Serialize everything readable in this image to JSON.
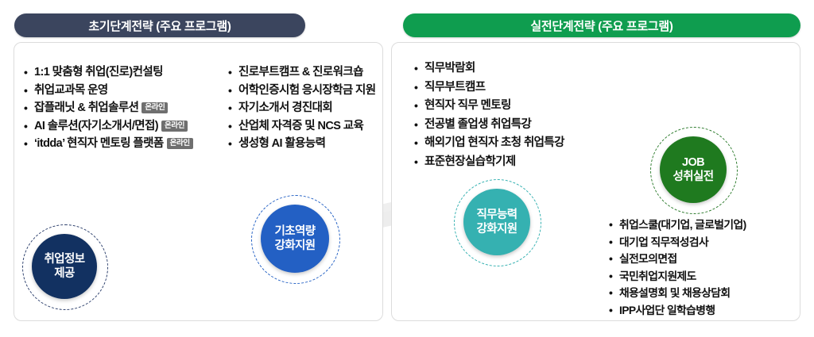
{
  "headers": {
    "left": {
      "label": "초기단계전략 (주요 프로그램)",
      "color": "#3b455e"
    },
    "right": {
      "label": "실전단계전략 (주요 프로그램)",
      "color": "#0f9d4f"
    }
  },
  "badge_label": "온라인",
  "early_stage": {
    "column_a": [
      {
        "text": "1:1 맞춤형 취업(진로)컨설팅",
        "badge": null
      },
      {
        "text": "취업교과목 운영",
        "badge": null
      },
      {
        "text": "잡플래닛 & 취업솔루션",
        "badge": "온라인"
      },
      {
        "text": "AI 솔루션(자기소개서/면접)",
        "badge": "온라인"
      },
      {
        "text": "‘itdda’ 현직자 멘토링 플랫폼",
        "badge": "온라인"
      }
    ],
    "column_b": [
      {
        "text": "진로부트캠프 & 진로워크숍",
        "badge": null
      },
      {
        "text": "어학인증시험 응시장학금 지원",
        "badge": null
      },
      {
        "text": "자기소개서 경진대회",
        "badge": null
      },
      {
        "text": "산업체 자격증 및 NCS 교육",
        "badge": null
      },
      {
        "text": "생성형 AI 활용능력",
        "badge": null
      }
    ]
  },
  "field_stage": {
    "column_a": [
      {
        "text": "직무박람회",
        "badge": null
      },
      {
        "text": "직무부트캠프",
        "badge": null
      },
      {
        "text": "현직자 직무 멘토링",
        "badge": null
      },
      {
        "text": "전공별 졸업생 취업특강",
        "badge": null
      },
      {
        "text": "해외기업 현직자 초청 취업특강",
        "badge": null
      },
      {
        "text": "표준현장실습학기제",
        "badge": null
      }
    ],
    "column_b": [
      {
        "text": "취업스쿨(대기업, 글로벌기업)",
        "badge": null
      },
      {
        "text": "대기업 직무적성검사",
        "badge": null
      },
      {
        "text": "실전모의면접",
        "badge": null
      },
      {
        "text": "국민취업지원제도",
        "badge": null
      },
      {
        "text": "채용설명회 및 채용상담회",
        "badge": null
      },
      {
        "text": "IPP사업단 일학습병행",
        "badge": null
      }
    ]
  },
  "stages": [
    {
      "line1": "취업정보",
      "line2": "제공",
      "color": "#123161"
    },
    {
      "line1": "기초역량",
      "line2": "강화지원",
      "color": "#2360c4"
    },
    {
      "line1": "직무능력",
      "line2": "강화지원",
      "color": "#35b1b1"
    },
    {
      "line1": "JOB",
      "line2": "성취실전",
      "color": "#1f7a1f"
    }
  ],
  "flow_arrow": {
    "name": "growth-arrow",
    "color": "#ececec",
    "direction": "up-right"
  }
}
